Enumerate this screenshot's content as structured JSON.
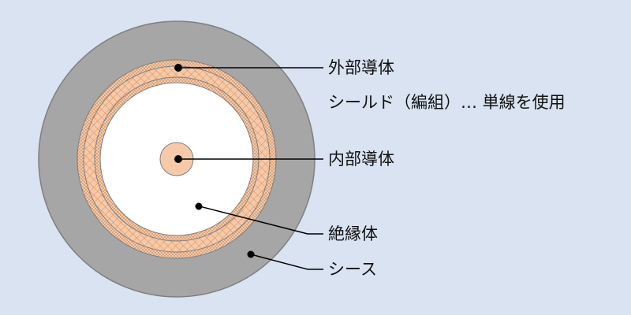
{
  "diagram": {
    "labels": {
      "outer_conductor": "外部導体",
      "shield": "シールド（編組）… 単線を使用",
      "inner_conductor": "内部導体",
      "insulator": "絶縁体",
      "sheath": "シース"
    }
  },
  "colors": {
    "background": "#d9e3f1",
    "sheath": "#a6a6a6",
    "copper": "#f6caa8",
    "insulator": "#ffffff",
    "outline": "#7f7f7f",
    "leader": "#000000"
  }
}
